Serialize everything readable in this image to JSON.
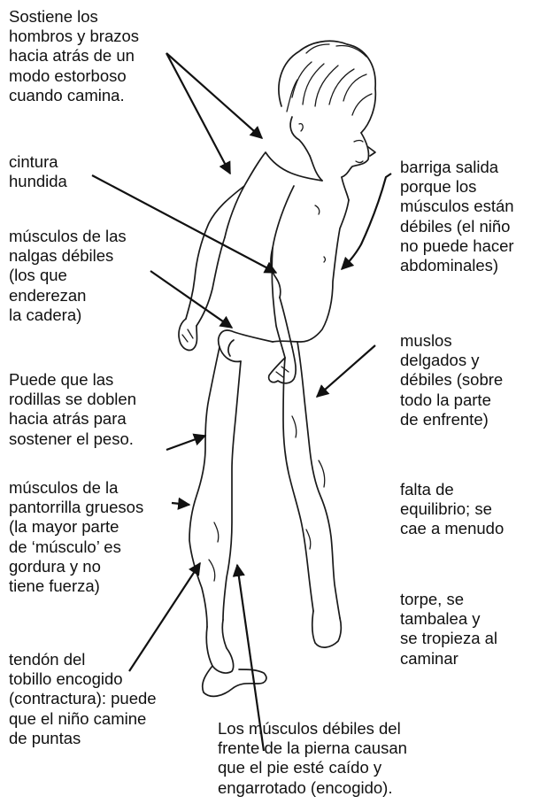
{
  "labels": {
    "shoulders": "Sostiene los\nhombros y brazos\nhacia atrás de un\nmodo estorboso\ncuando camina.",
    "waist": "cintura\nhundida",
    "buttocks": "músculos de las\nnalgas débiles\n(los que\nenderezan\nla cadera)",
    "knees": "Puede que las\nrodillas se doblen\nhacia atrás para\nsostener el peso.",
    "calf": "músculos de la\npantorrilla gruesos\n(la mayor parte\nde ‘músculo’ es\ngordura y no\ntiene fuerza)",
    "tendon": "tendón del\ntobillo encogido\n(contractura): puede\nque el niño camine\nde puntas",
    "belly": "barriga salida\nporque los\nmúsculos están\ndébiles (el niño\nno puede hacer\nabdominales)",
    "thighs": "muslos\ndelgados y\ndébiles (sobre\ntodo la parte\nde enfrente)",
    "balance": "falta de\nequilibrio; se\ncae a menudo",
    "clumsy": "torpe, se\ntambalea y\nse tropieza al\ncaminar",
    "foot": "Los músculos débiles del\nfrente de la pierna causan\nque el pie esté caído y\nengarrotado (encogido)."
  }
}
